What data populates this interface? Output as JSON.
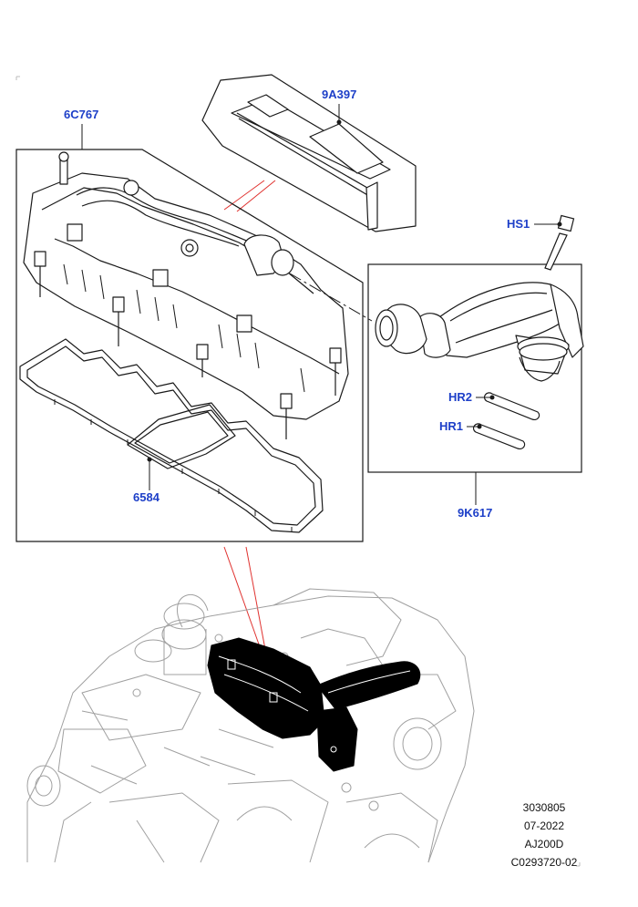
{
  "callouts": {
    "part_9a397": "9A397",
    "part_6c767": "6C767",
    "part_hs1": "HS1",
    "part_hr2": "HR2",
    "part_hr1": "HR1",
    "part_6584": "6584",
    "part_9k617": "9K617"
  },
  "info_block": {
    "line1": "3030805",
    "line2": "07-2022",
    "line3": "AJ200D",
    "line4": "C0293720-02"
  },
  "colors": {
    "callout_text": "#1d3fc8",
    "line_art": "#1a1a1a",
    "highlight_lines": "#e0322f",
    "engine_ghost": "#9a9a9a",
    "highlight_fill": "#000000"
  }
}
